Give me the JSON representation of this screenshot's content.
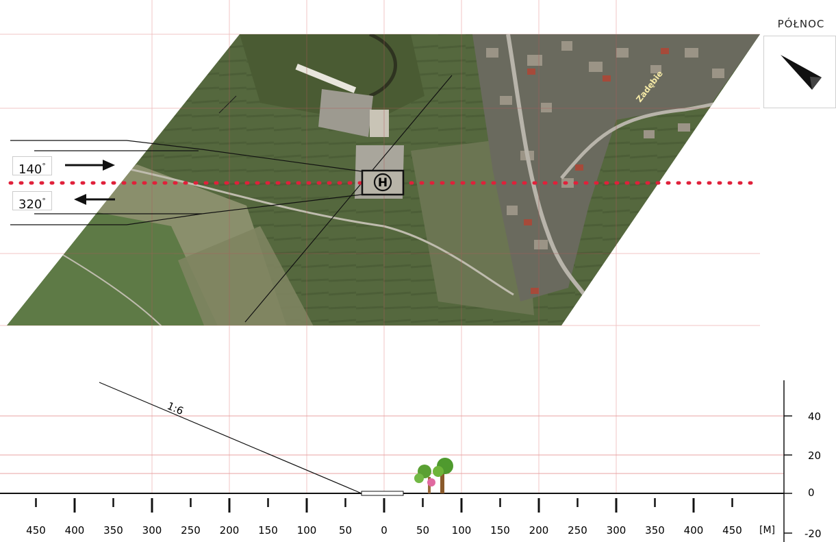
{
  "north": {
    "label": "PÓŁNOC",
    "icon": "north-arrow-icon"
  },
  "approach": [
    {
      "heading": "140",
      "unit": "°",
      "direction": "right"
    },
    {
      "heading": "320",
      "unit": "°",
      "direction": "left"
    }
  ],
  "map": {
    "street_label": "Zadębie",
    "helipad_symbol": "H",
    "colors": {
      "grid": "#e3a3a3",
      "centerline": "#e0203a"
    }
  },
  "profile": {
    "slope_label": "1:6",
    "x_ticks": [
      "450",
      "400",
      "350",
      "300",
      "250",
      "200",
      "150",
      "100",
      "50",
      "0",
      "50",
      "100",
      "150",
      "200",
      "250",
      "300",
      "350",
      "400",
      "450"
    ],
    "x_unit": "[M]",
    "y_ticks": [
      "40",
      "20",
      "0",
      "-20"
    ]
  }
}
